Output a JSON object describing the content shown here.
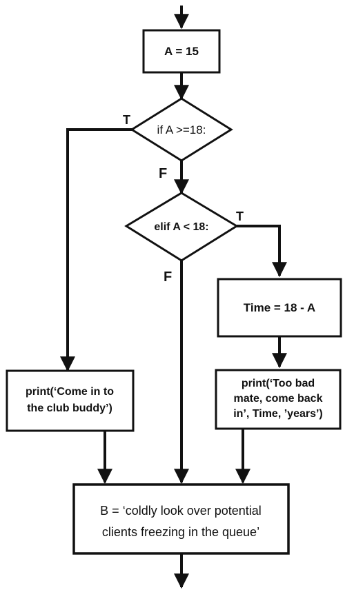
{
  "nodes": {
    "assign_a": {
      "text": "A = 15"
    },
    "if_check": {
      "text": "if A >=18:"
    },
    "elif_check": {
      "text": "elif A < 18:"
    },
    "time_calc": {
      "text": "Time = 18 - A"
    },
    "print_come_in": {
      "lines": [
        "print(‘Come in to",
        "the club buddy’)"
      ]
    },
    "print_too_bad": {
      "lines": [
        "print(‘Too bad",
        "mate, come back",
        "in’, Time, ’years’)"
      ]
    },
    "final_b": {
      "lines": [
        "B = ‘coldly look over potential",
        "clients freezing in the queue’"
      ]
    }
  },
  "edge_labels": {
    "if_true": "T",
    "if_false": "F",
    "elif_true": "T",
    "elif_false": "F"
  }
}
